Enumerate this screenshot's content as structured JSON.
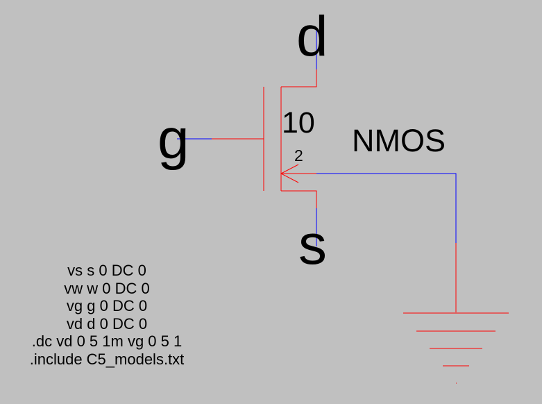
{
  "labels": {
    "drain": "d",
    "gate": "g",
    "source": "s",
    "width": "10",
    "length": "2",
    "model": "NMOS"
  },
  "spice_lines": [
    "vs s 0 DC 0",
    "vw w 0 DC 0",
    "vg g 0 DC 0",
    "vd d 0 DC 0",
    ".dc vd 0 5 1m vg 0 5 1",
    ".include C5_models.txt"
  ],
  "colors": {
    "background": "#c0c0c0",
    "component": "#ff0000",
    "wire": "#0000ff",
    "text": "#000000"
  }
}
